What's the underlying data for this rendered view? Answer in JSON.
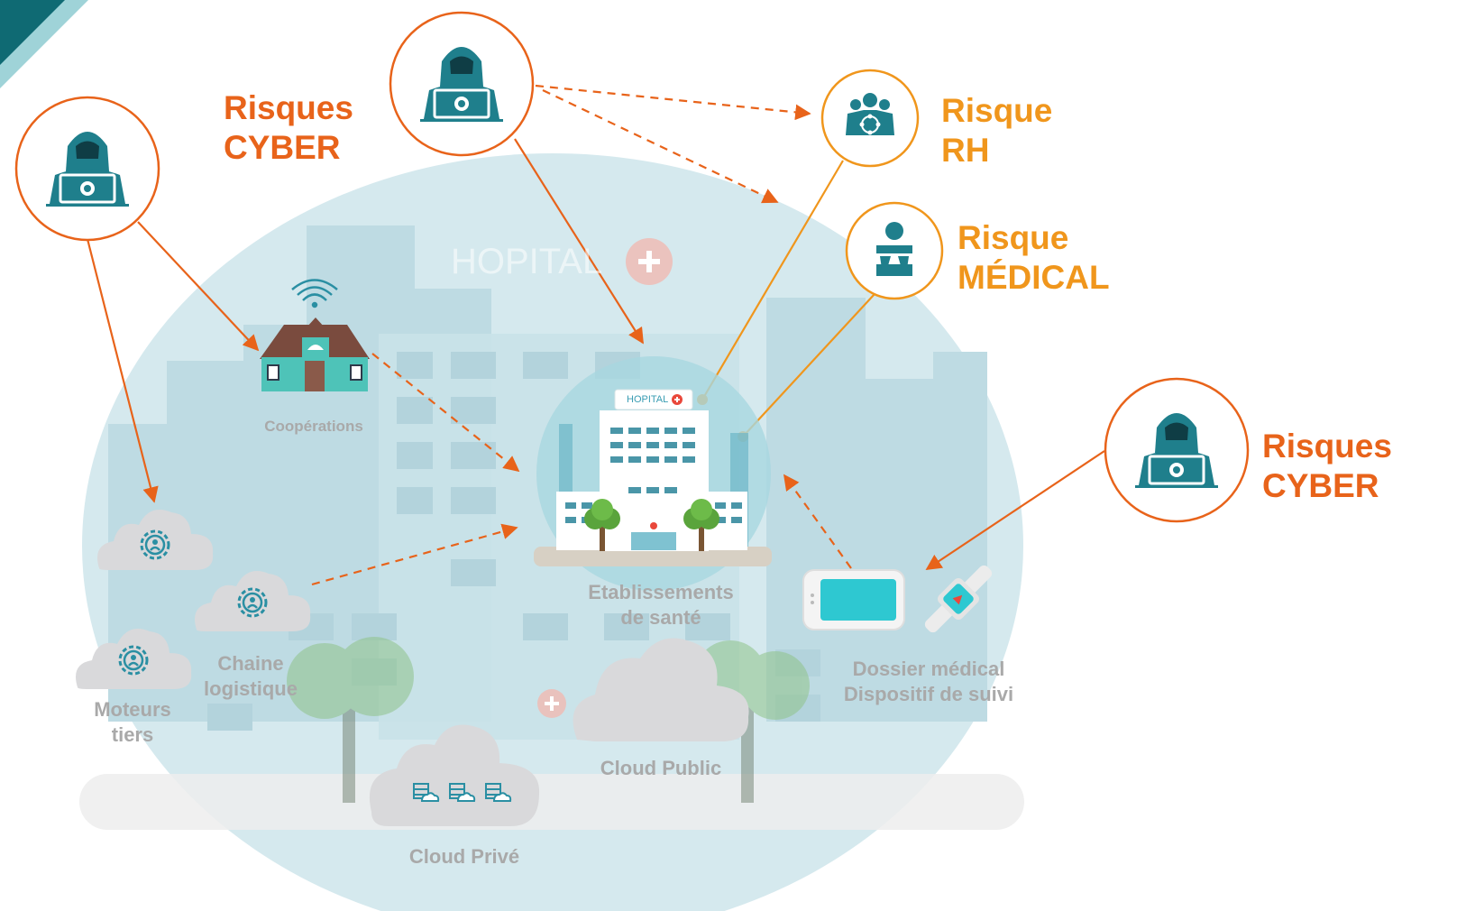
{
  "risks": {
    "cyber_top": {
      "line1": "Risques",
      "line2": "CYBER"
    },
    "rh": {
      "line1": "Risque",
      "line2": "RH"
    },
    "medical": {
      "line1": "Risque",
      "line2": "MÉDICAL"
    },
    "cyber_right": {
      "line1": "Risques",
      "line2": "CYBER"
    }
  },
  "nodes": {
    "cooperations": "Coopérations",
    "etablissements": {
      "line1": "Etablissements",
      "line2": "de santé"
    },
    "moteurs": {
      "line1": "Moteurs",
      "line2": "tiers"
    },
    "chaine": {
      "line1": "Chaine",
      "line2": "logistique"
    },
    "dossier": {
      "line1": "Dossier médical",
      "line2": "Dispositif de suivi"
    },
    "cloud_public": "Cloud Public",
    "cloud_prive": "Cloud Privé"
  },
  "background": {
    "hospital_sign": "HOPITAL",
    "small_sign": "HOPITAL"
  },
  "colors": {
    "cyber": "#e8631a",
    "risk_accent": "#f0961c",
    "teal": "#1f7f8c",
    "bubble": "#d5e9ee",
    "label_gray": "#a9a9a9",
    "house_roof": "#7a4b3e",
    "house_wall": "#4ec3b8"
  },
  "icons": [
    "hacker-icon",
    "team-icon",
    "doctor-icon",
    "house-icon",
    "wifi-icon",
    "cloud-gear-icon",
    "server-icon",
    "tablet-icon",
    "smartwatch-icon",
    "hospital-icon",
    "tree-icon"
  ]
}
